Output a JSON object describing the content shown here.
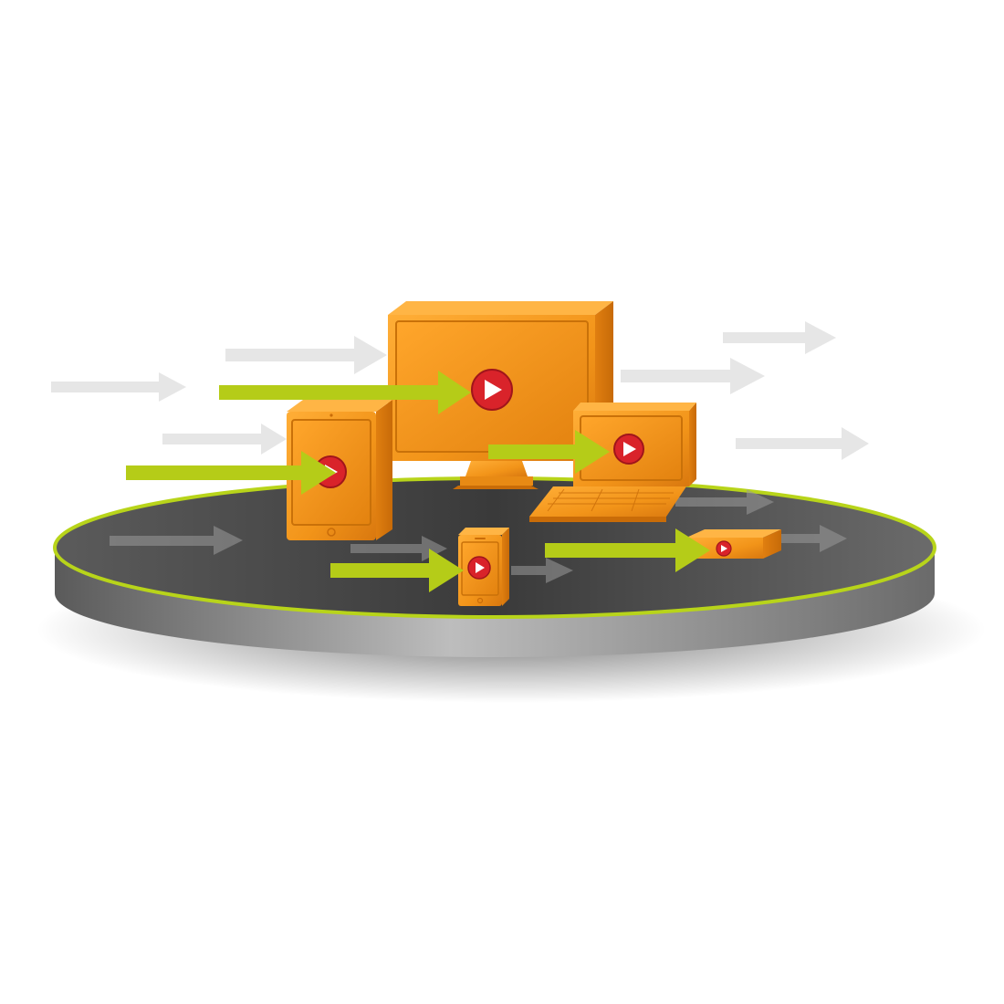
{
  "colors": {
    "background": "#ffffff",
    "device_orange": "#f39a1f",
    "device_orange_dark": "#d9780f",
    "device_orange_light": "#ffb33f",
    "play_red": "#d9232a",
    "play_white": "#ffffff",
    "arrow_green": "#b5cc18",
    "arrow_grey": "#e6e6e6",
    "platform_top": "#4a4a4a",
    "platform_side": "#8e8e8e",
    "platform_rim": "#b8d41a"
  },
  "devices": [
    {
      "kind": "desktop-monitor",
      "icon": "play-button-icon"
    },
    {
      "kind": "tablet",
      "icon": "play-button-icon"
    },
    {
      "kind": "laptop",
      "icon": "play-button-icon"
    },
    {
      "kind": "smartphone",
      "icon": "play-button-icon"
    },
    {
      "kind": "set-top-box",
      "icon": "play-button-icon"
    }
  ]
}
